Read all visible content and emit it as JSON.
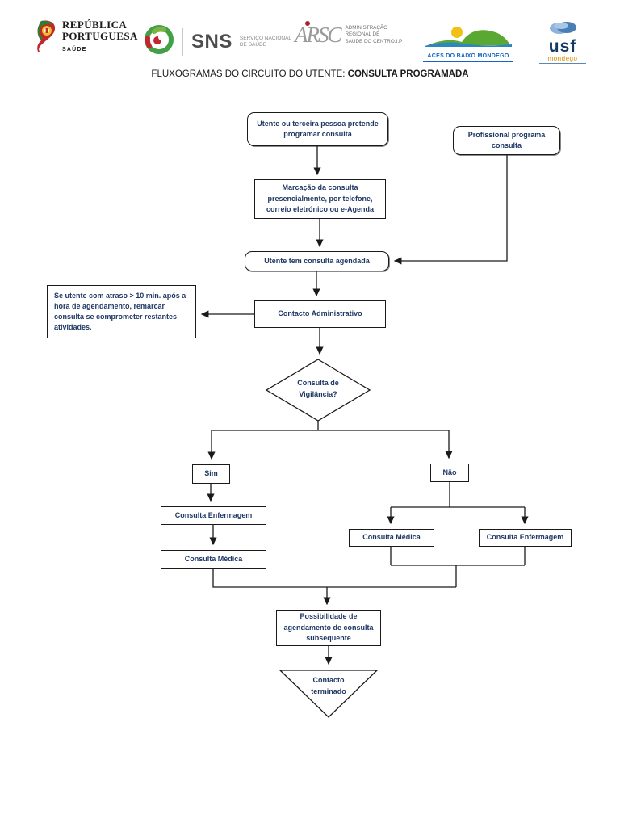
{
  "header": {
    "logos": [
      {
        "name": "republica-portuguesa",
        "line1": "REPÚBLICA",
        "line2": "PORTUGUESA",
        "sub": "SAÚDE"
      },
      {
        "name": "sns",
        "text": "SNS",
        "sub1": "SERVIÇO NACIONAL",
        "sub2": "DE SAÚDE"
      },
      {
        "name": "arsc",
        "text": "ARSC",
        "sub1": "ADMINISTRAÇÃO",
        "sub2": "REGIONAL DE",
        "sub3": "SAÚDE DO CENTRO.I.P"
      },
      {
        "name": "aces-baixo-mondego",
        "label": "ACES DO BAIXO MONDEGO"
      },
      {
        "name": "usf-mondego",
        "text": "usf",
        "sub": "mondego"
      }
    ]
  },
  "title": {
    "prefix": "FLUXOGRAMAS DO CIRCUITO DO UTENTE: ",
    "emphasis": "CONSULTA PROGRAMADA"
  },
  "flowchart": {
    "nodes": {
      "start": "Utente ou terceira pessoa pretende programar consulta",
      "profissional": "Profissional programa consulta",
      "marcacao": "Marcação da consulta presencialmente, por telefone, correio eletrónico ou e-Agenda",
      "agendada": "Utente tem consulta agendada",
      "atraso": "Se utente com atraso > 10 min. após a hora de agendamento, remarcar consulta se comprometer restantes atividades.",
      "contacto_admin": "Contacto Administrativo",
      "decisao": "Consulta de Vigilância?",
      "sim": "Sim",
      "nao": "Não",
      "sim_enfermagem": "Consulta Enfermagem",
      "sim_medica": "Consulta Médica",
      "nao_medica": "Consulta Médica",
      "nao_enfermagem": "Consulta Enfermagem",
      "possibilidade": "Possibilidade de agendamento de consulta subsequente",
      "terminado": "Contacto terminado"
    }
  },
  "colors": {
    "node_text": "#1f3864",
    "node_border": "#1a1a1a",
    "title_text": "#1a1a1a",
    "aces_blue": "#1565c0",
    "usf_navy": "#123a66",
    "usf_orange": "#e08a00",
    "sns_green": "#43a047",
    "flag_red": "#c1272d",
    "flag_green": "#2e7d32",
    "arsc_red": "#a4262c"
  }
}
